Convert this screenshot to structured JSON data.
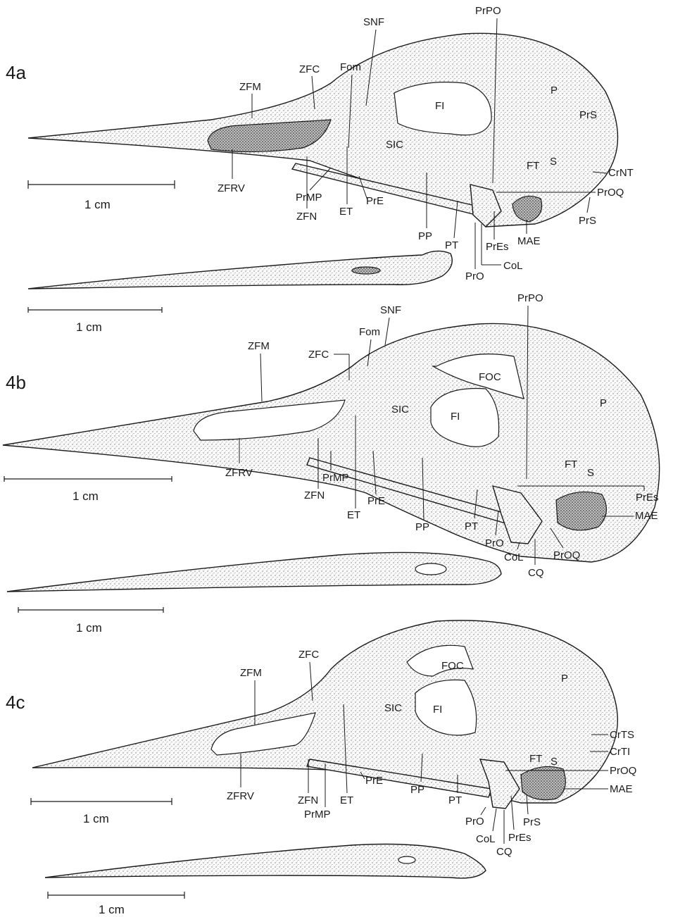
{
  "panels": [
    {
      "id": "4a",
      "labels": [
        "SNF",
        "PrPO",
        "Fom",
        "ZFC",
        "ZFM",
        "P",
        "PrS",
        "FI",
        "SIC",
        "FT",
        "S",
        "CrNT",
        "ZFRV",
        "PrMP",
        "ZFN",
        "ET",
        "PrE",
        "PP",
        "PT",
        "PrOQ",
        "PrS",
        "PrEs",
        "MAE",
        "CoL",
        "PrO"
      ],
      "skull_scale": "1 cm",
      "mandible_scale": "1 cm"
    },
    {
      "id": "4b",
      "labels": [
        "PrPO",
        "SNF",
        "Fom",
        "ZFC",
        "ZFM",
        "FOC",
        "P",
        "SIC",
        "FI",
        "FT",
        "S",
        "PrEs",
        "MAE",
        "ZFRV",
        "PrMP",
        "ZFN",
        "ET",
        "PrE",
        "PP",
        "PT",
        "PrO",
        "CoL",
        "CQ",
        "PrOQ"
      ],
      "skull_scale": "1 cm",
      "mandible_scale": "1 cm"
    },
    {
      "id": "4c",
      "labels": [
        "ZFC",
        "ZFM",
        "FOC",
        "P",
        "SIC",
        "FI",
        "CrTS",
        "CrTI",
        "FT",
        "S",
        "PrOQ",
        "MAE",
        "ZFRV",
        "ZFN",
        "PrMP",
        "ET",
        "PrE",
        "PP",
        "PT",
        "PrO",
        "CoL",
        "CQ",
        "PrEs",
        "PrS"
      ],
      "skull_scale": "1 cm",
      "mandible_scale": "1 cm"
    }
  ]
}
